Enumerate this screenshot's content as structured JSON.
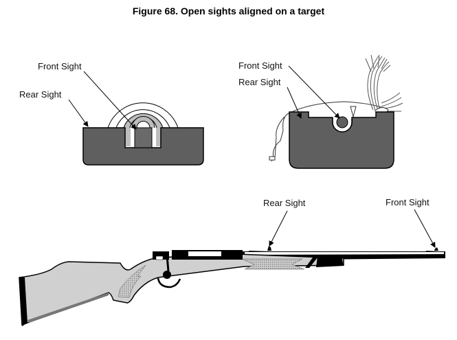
{
  "figure": {
    "title": "Figure 68. Open sights aligned on a target"
  },
  "panels": [
    {
      "name": "bullseye-target-view",
      "labels": {
        "front_sight": "Front Sight",
        "rear_sight": "Rear Sight"
      }
    },
    {
      "name": "caribou-target-view",
      "labels": {
        "front_sight": "Front Sight",
        "rear_sight": "Rear Sight"
      }
    },
    {
      "name": "rifle-side-view",
      "labels": {
        "rear_sight": "Rear Sight",
        "front_sight": "Front Sight"
      }
    }
  ],
  "colors": {
    "sight_fill": "#5f5f5f",
    "target_ring": "#bdbdbd",
    "stock_fill": "#d0d0d0",
    "outline": "#000000"
  }
}
